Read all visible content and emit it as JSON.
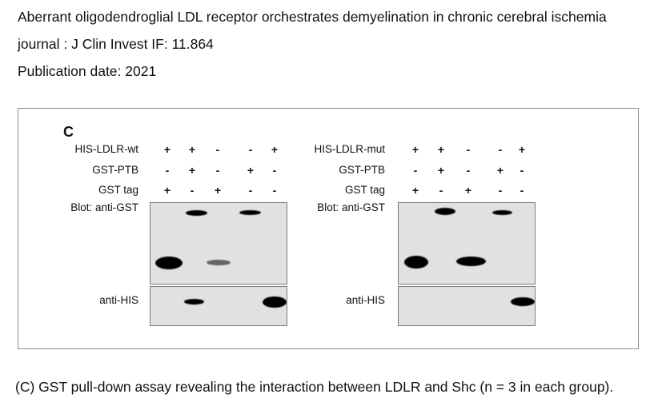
{
  "header": {
    "title": "Aberrant oligodendroglial LDL receptor orchestrates demyelination in chronic cerebral ischemia",
    "journal_line": "journal : J Clin Invest   IF: 11.864",
    "pubdate_line": "Publication date: 2021"
  },
  "figure": {
    "panel_letter": "C",
    "left_panel": {
      "row_labels": [
        "HIS-LDLR-wt",
        "GST-PTB",
        "GST tag"
      ],
      "rows": [
        [
          "+",
          "+",
          "-",
          "-",
          "+"
        ],
        [
          "-",
          "+",
          "-",
          "+",
          "-"
        ],
        [
          "+",
          "-",
          "+",
          "-",
          "-"
        ]
      ],
      "blot_label": "Blot: anti-GST",
      "his_label": "anti-HIS"
    },
    "right_panel": {
      "row_labels": [
        "HIS-LDLR-mut",
        "GST-PTB",
        "GST tag"
      ],
      "rows": [
        [
          "+",
          "+",
          "-",
          "-",
          "+"
        ],
        [
          "-",
          "+",
          "-",
          "+",
          "-"
        ],
        [
          "+",
          "-",
          "+",
          "-",
          "-"
        ]
      ],
      "blot_label": "Blot: anti-GST",
      "his_label": "anti-HIS"
    }
  },
  "caption": "(C) GST pull-down assay revealing the interaction between LDLR and Shc (n = 3 in each group)."
}
